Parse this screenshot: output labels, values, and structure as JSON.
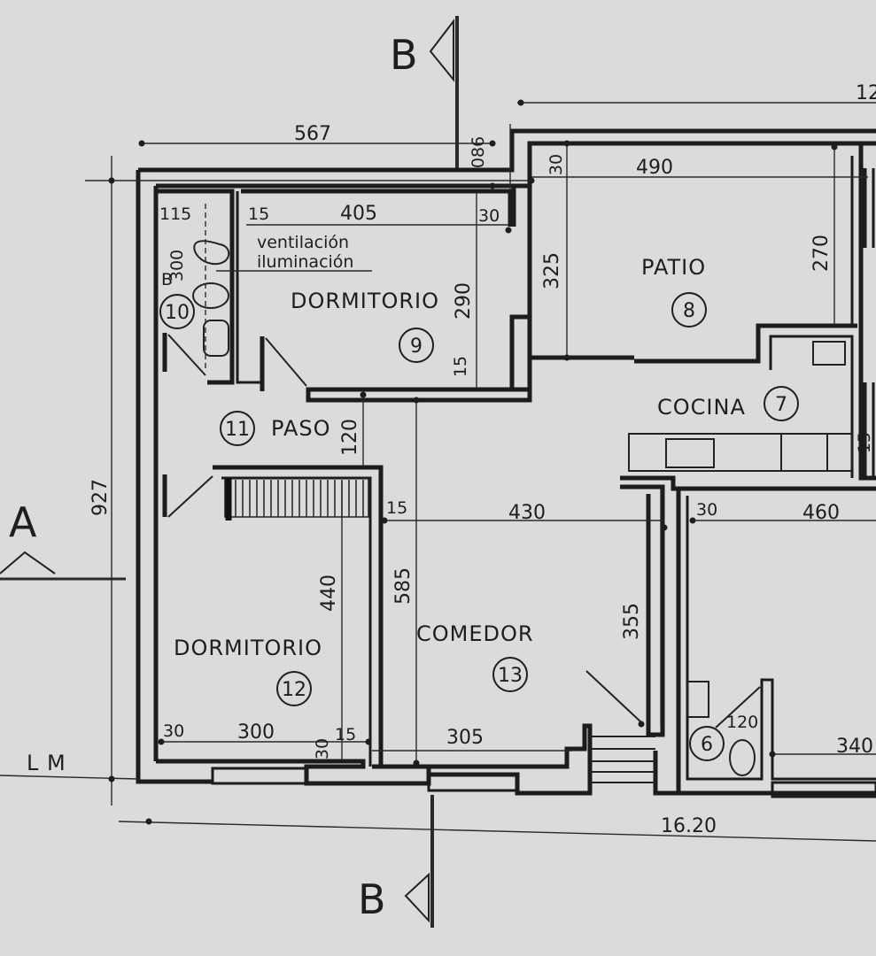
{
  "rooms": [
    {
      "id": "room-8",
      "name": "PATIO",
      "number": "8"
    },
    {
      "id": "room-7",
      "name": "COCINA",
      "number": "7"
    },
    {
      "id": "room-9",
      "name": "DORMITORIO",
      "number": "9"
    },
    {
      "id": "room-10",
      "name": "",
      "number": "10"
    },
    {
      "id": "room-11",
      "name": "PASO",
      "number": "11"
    },
    {
      "id": "room-12",
      "name": "DORMITORIO",
      "number": "12"
    },
    {
      "id": "room-13",
      "name": "COMEDOR",
      "number": "13"
    },
    {
      "id": "room-6",
      "name": "",
      "number": "6"
    }
  ],
  "notes": {
    "ventilacion": "ventilación",
    "iluminacion": "iluminación",
    "bath_b": "B",
    "bath_dim": "300",
    "lm": "L M"
  },
  "sections": {
    "a": "A",
    "b_top": "B",
    "b_bottom": "B"
  },
  "dimensions": {
    "top_567": "567",
    "top_086": "086",
    "top_12": "12",
    "patio_30": "30",
    "patio_490": "490",
    "patio_325": "325",
    "patio_270": "270",
    "d9_115": "115",
    "d9_15": "15",
    "d9_405": "405",
    "d9_30": "30",
    "d9_290": "290",
    "d9_15v": "15",
    "paso_120": "120",
    "left_927": "927",
    "d12_440": "440",
    "d12_30": "30",
    "d12_300": "300",
    "d12_30v": "30",
    "d12_15": "15",
    "com_15": "15",
    "com_430": "430",
    "com_585": "585",
    "com_305": "305",
    "com_355": "355",
    "r_30": "30",
    "r_460": "460",
    "b6_120": "120",
    "r_340": "340",
    "total": "16.20",
    "right_15": "15"
  }
}
